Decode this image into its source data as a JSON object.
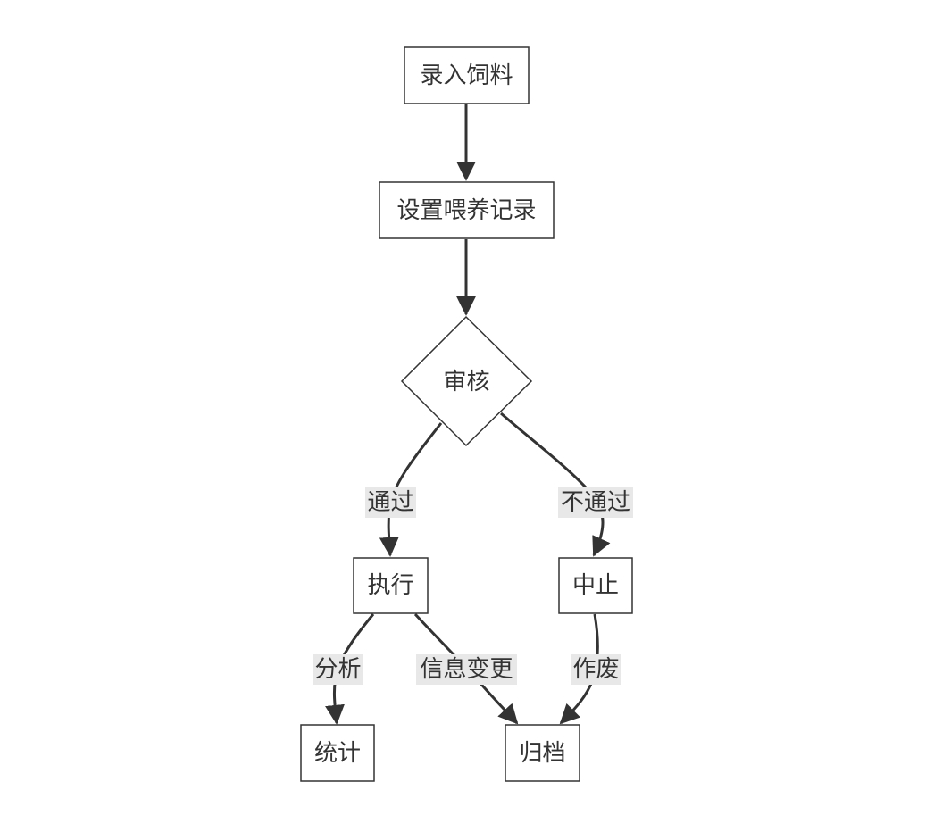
{
  "diagram": {
    "nodes": {
      "input_feed": "录入饲料",
      "set_feeding_record": "设置喂养记录",
      "review": "审核",
      "execute": "执行",
      "suspend": "中止",
      "statistics": "统计",
      "archive": "归档"
    },
    "edges": {
      "pass": "通过",
      "not_pass": "不通过",
      "analyze": "分析",
      "info_change": "信息变更",
      "void": "作废"
    }
  }
}
